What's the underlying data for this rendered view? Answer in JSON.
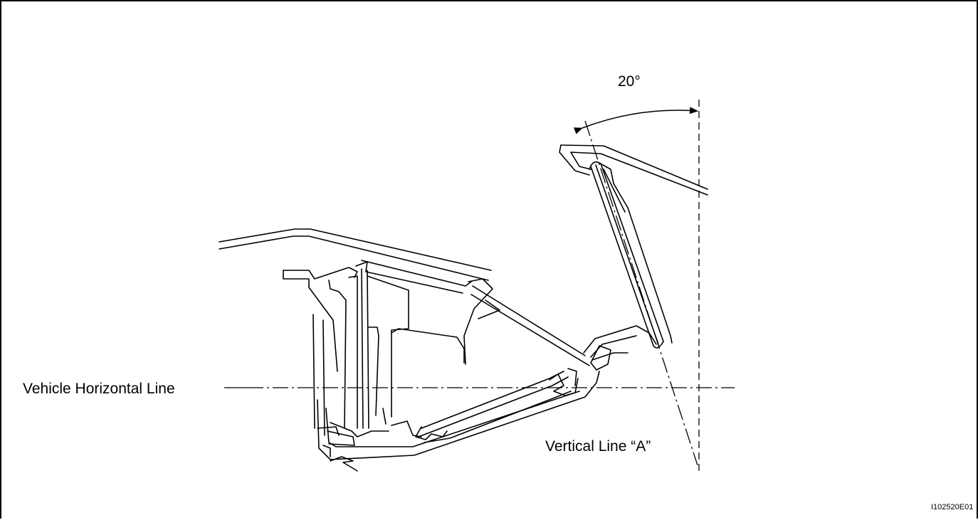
{
  "labels": {
    "angle": "20°",
    "horizontal_line": "Vehicle Horizontal Line",
    "vertical_line": "Vertical Line “A”",
    "figure_code": "I102520E01"
  }
}
